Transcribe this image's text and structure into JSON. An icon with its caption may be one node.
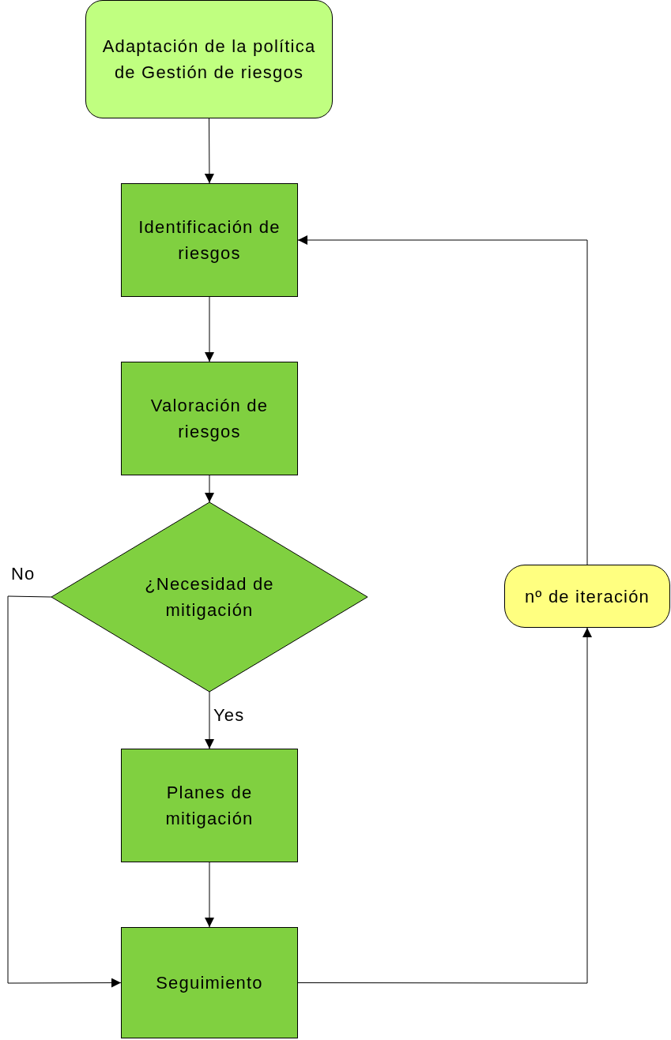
{
  "diagram": {
    "nodes": [
      {
        "text": [
          "Adaptación de la política de Gestión de riesgos"
        ]
      },
      {
        "text": [
          "Identificación de riesgos"
        ]
      },
      {
        "text": [
          "Valoración de riesgos"
        ]
      },
      {
        "text": [
          "¿Necesidad de mitigación"
        ]
      },
      {
        "text": [
          "Planes de mitigación"
        ]
      },
      {
        "text": [
          "Seguimiento"
        ]
      },
      {
        "text": [
          "nº de iteración"
        ]
      }
    ],
    "edges": [
      {
        "from": 0,
        "to": 1,
        "arrow": "to"
      },
      {
        "from": 1,
        "to": 2,
        "arrow": "to"
      },
      {
        "from": 2,
        "to": 3,
        "arrow": "to"
      },
      {
        "from": 3,
        "to": 4,
        "arrow": "to",
        "label": "Yes"
      },
      {
        "from": 3,
        "to": 5,
        "arrow": "to",
        "label": "No"
      },
      {
        "from": 4,
        "to": 5,
        "arrow": "to"
      },
      {
        "from": 5,
        "to": 6,
        "arrow": "to"
      },
      {
        "from": 6,
        "to": 1,
        "arrow": "to"
      }
    ]
  }
}
